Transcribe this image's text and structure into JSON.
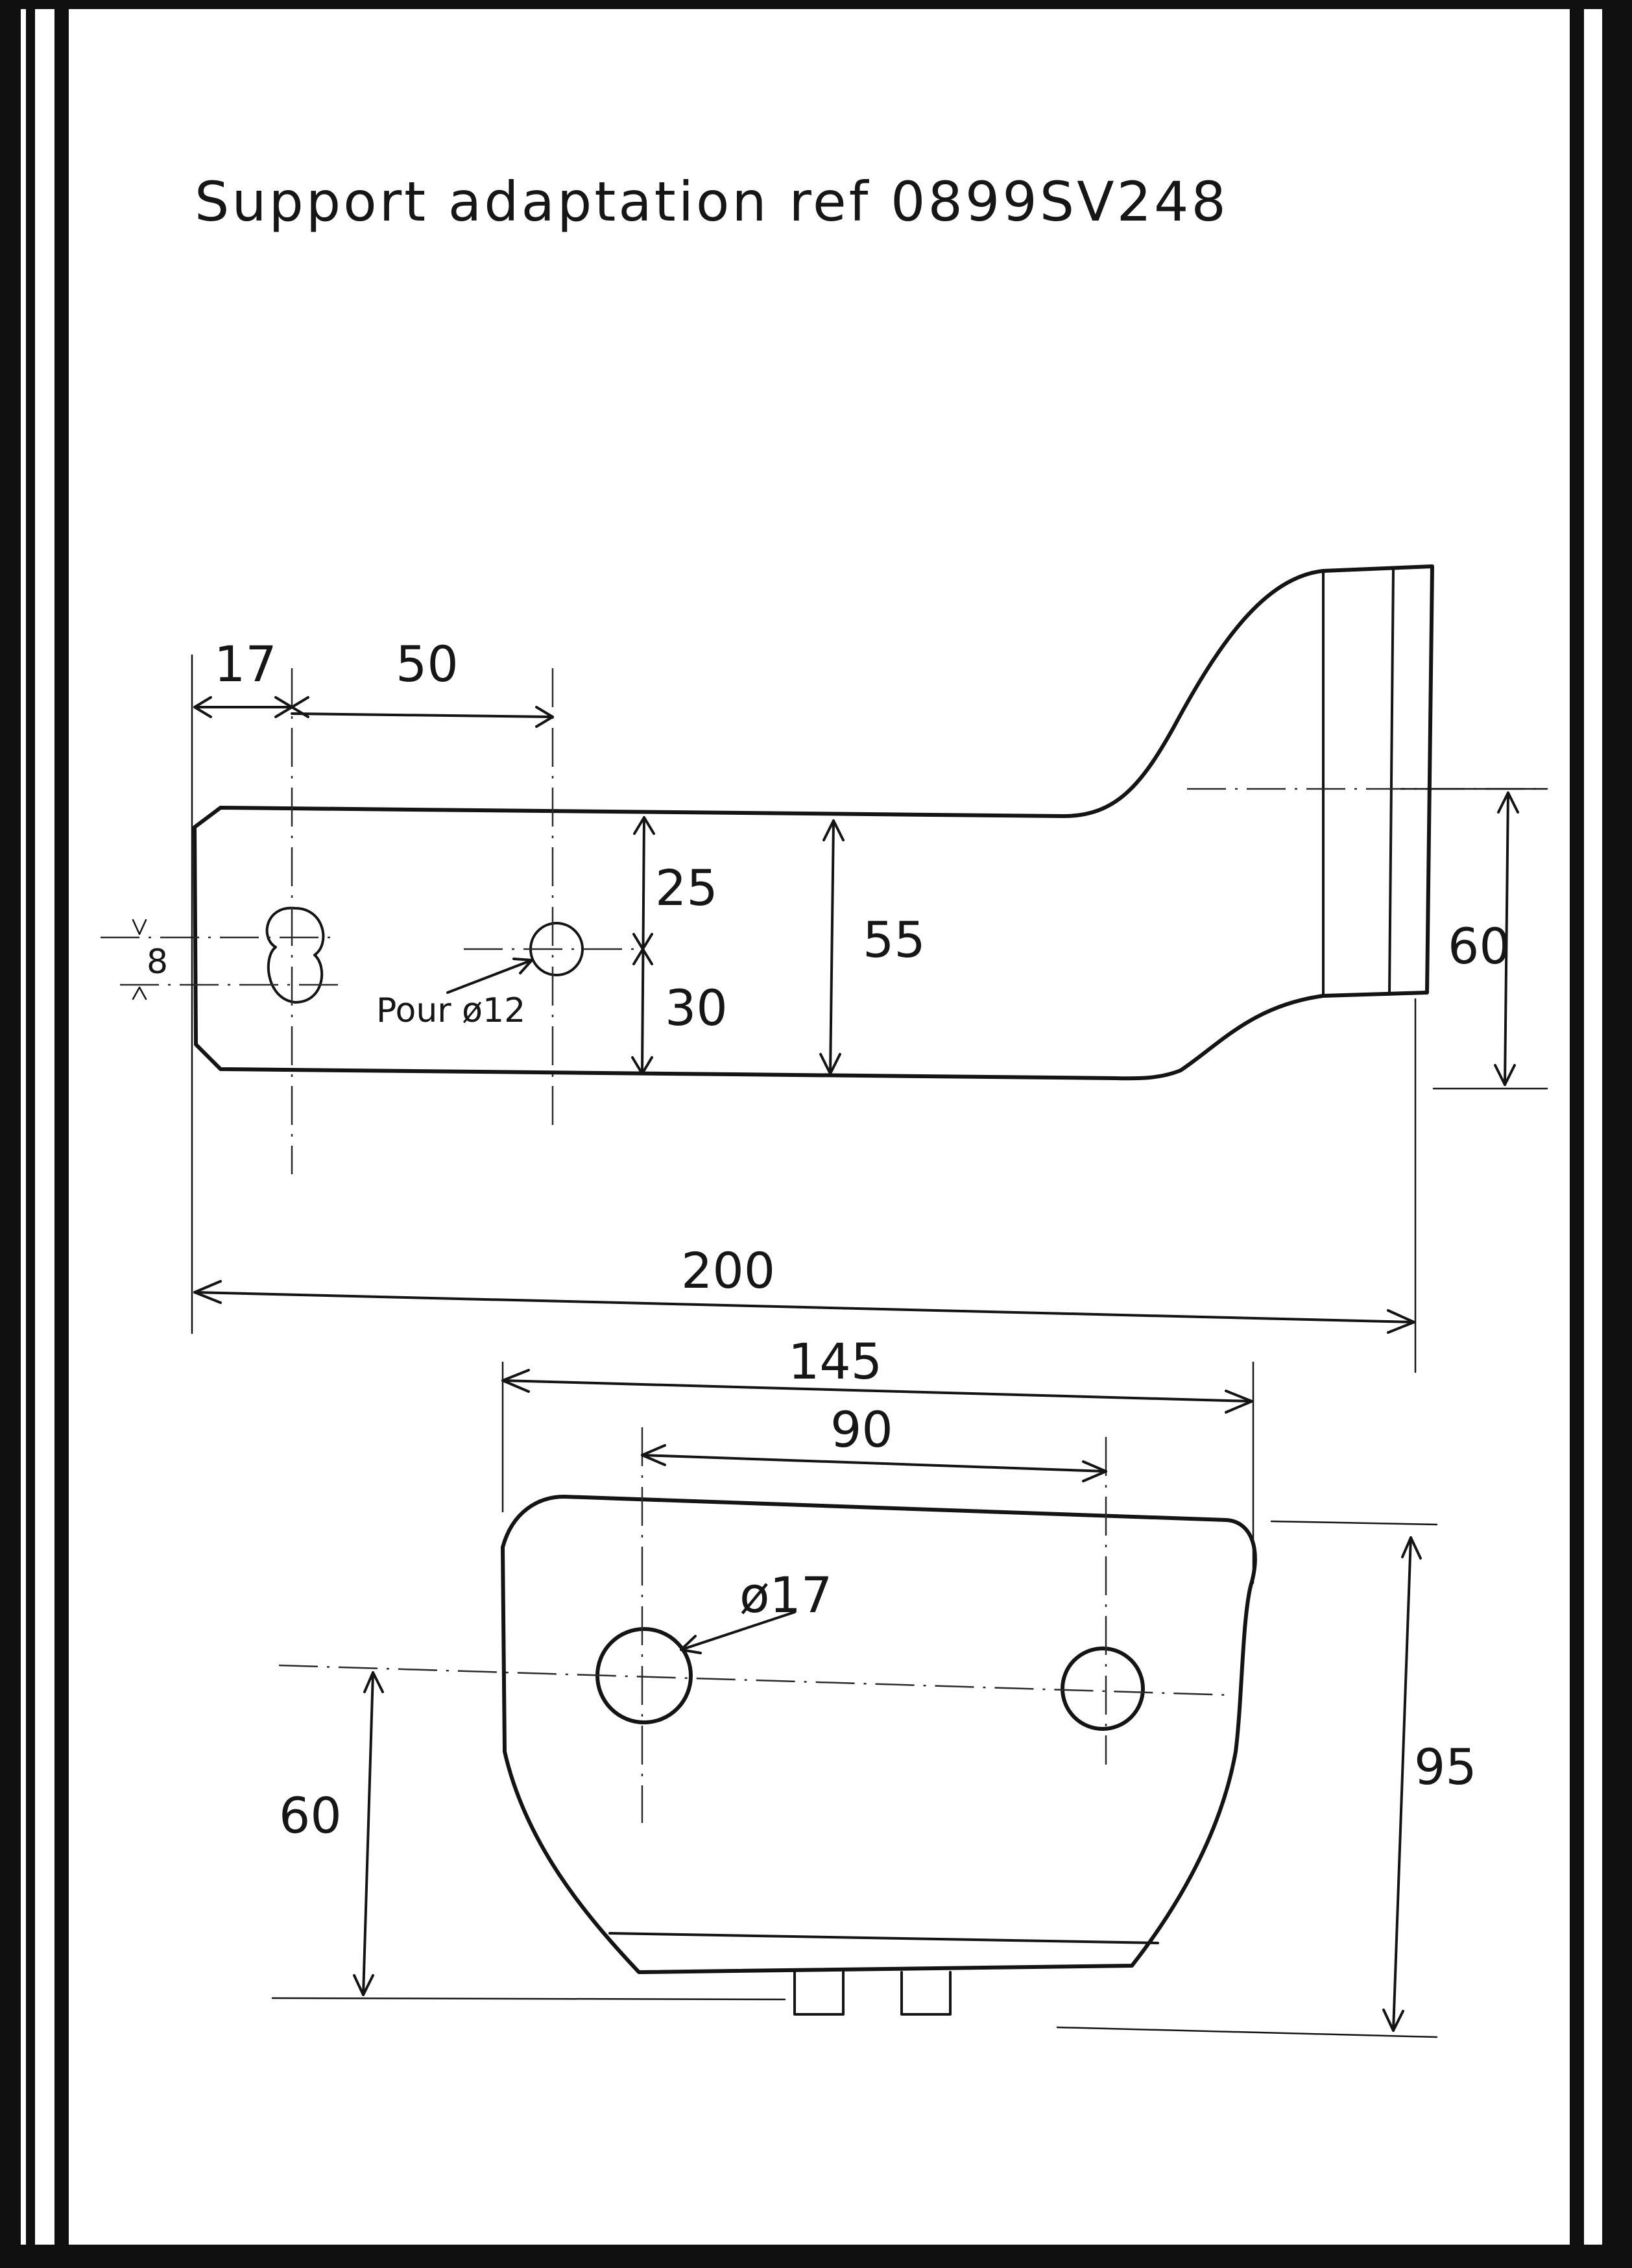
{
  "title": "Support adaptation ref 0899SV248",
  "side_view": {
    "dim_17": "17",
    "dim_50": "50",
    "dim_25": "25",
    "dim_30": "30",
    "dim_55": "55",
    "dim_60": "60",
    "dim_8": "8",
    "hole_note": "Pour ø12",
    "dim_200": "200"
  },
  "front_view": {
    "dim_145": "145",
    "dim_90": "90",
    "hole_note": "ø17",
    "dim_60": "60",
    "dim_95": "95"
  },
  "colors": {
    "ink": "#141414",
    "paper": "#ffffff",
    "border": "#101010"
  }
}
